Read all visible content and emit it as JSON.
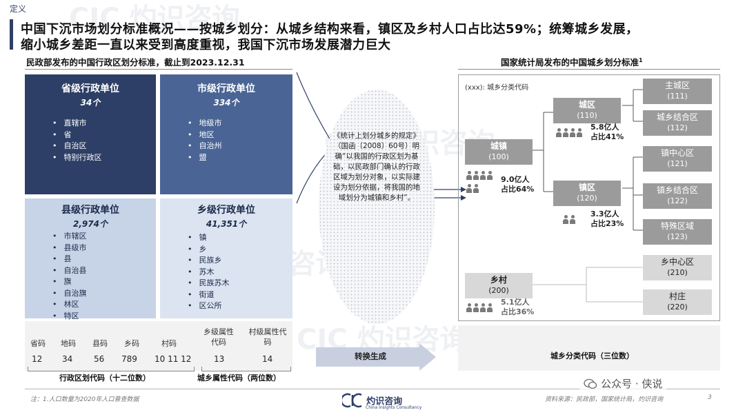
{
  "section_tag": "定义",
  "title": {
    "line1": "中国下沉市场划分标准概况——按城乡划分：从城乡结构来看，镇区及乡村人口占比达59%；统筹城乡发展，",
    "line2": "缩小城乡差距一直以来受到高度重视，我国下沉市场发展潜力巨大"
  },
  "left_heading": "民政部发布的中国行政区划分标准，截止到2023.12.31",
  "right_heading": "国家统计局发布的中国城乡划分标准",
  "right_heading_sup": "1",
  "admin_boxes": [
    {
      "title": "省级行政单位",
      "count": "34个",
      "items": [
        "直辖市",
        "省",
        "自治区",
        "特别行政区"
      ]
    },
    {
      "title": "市级行政单位",
      "count": "334个",
      "items": [
        "地级市",
        "地区",
        "自治州",
        "盟"
      ]
    },
    {
      "title": "县级行政单位",
      "count": "2,974个",
      "items": [
        "市辖区",
        "县级市",
        "县",
        "自治县",
        "旗",
        "自治旗",
        "林区",
        "特区"
      ]
    },
    {
      "title": "乡级行政单位",
      "count": "41,351个",
      "items": [
        "镇",
        "乡",
        "民族乡",
        "苏木",
        "民族苏木",
        "街道",
        "区公所"
      ]
    }
  ],
  "codes": {
    "labels": [
      "省码",
      "地码",
      "县码",
      "乡码",
      "村码",
      "乡级属性代码",
      "村级属性代码"
    ],
    "values": [
      "12",
      "34",
      "56",
      "789",
      "10 11 12",
      "13",
      "14"
    ],
    "admin_caption": "行政区划代码（十二位数）",
    "urban_caption": "城乡属性代码（两位数）"
  },
  "quote": "《统计上划分城乡的规定》（国函〔2008〕60号）明确“以我国的行政区划为基础，以民政部门确认的行政区域为划分对象，以实际建设为划分依据，将我国的地域划分为城镇和乡村”。",
  "tree": {
    "legend": "(xxx): 城乡分类代码",
    "urban": {
      "name": "城镇",
      "code": "(100)",
      "pop": "9.0亿人",
      "share": "占比64%"
    },
    "city": {
      "name": "城区",
      "code": "(110)",
      "pop": "5.8亿人",
      "share": "占比41%"
    },
    "town": {
      "name": "镇区",
      "code": "(120)",
      "pop": "3.3亿人",
      "share": "占比23%"
    },
    "rural": {
      "name": "乡村",
      "code": "(200)",
      "pop": "5.1亿人",
      "share": "占比36%"
    },
    "leaves": [
      {
        "name": "主城区",
        "code": "(111)"
      },
      {
        "name": "城乡结合区",
        "code": "(112)"
      },
      {
        "name": "镇中心区",
        "code": "(121)"
      },
      {
        "name": "镇乡结合区",
        "code": "(122)"
      },
      {
        "name": "特殊区域",
        "code": "(123)"
      },
      {
        "name": "乡中心区",
        "code": "(210)"
      },
      {
        "name": "村庄",
        "code": "(220)"
      }
    ],
    "caption": "城乡分类代码（三位数）"
  },
  "convert_label": "转换生成",
  "footer": {
    "note": "注：1.人口数量为2020年人口普查数据",
    "logo_text": "灼识咨询",
    "logo_sub": "China Insights Consultancy",
    "source": "资料来源：民政部，国家统计局，灼识咨询",
    "page": "3"
  },
  "watermark_text": "CIC 灼识咨询",
  "wechat": "公众号 · 侠说",
  "colors": {
    "navy": "#2d3f66",
    "mid_blue": "#4a6595",
    "light_blue": "#c7d3e6",
    "gray": "#9b9b9b"
  }
}
